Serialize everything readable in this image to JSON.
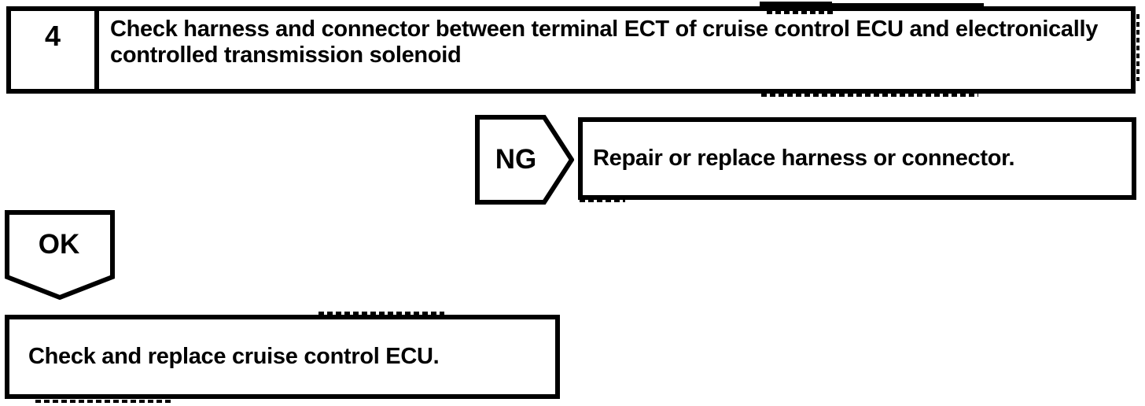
{
  "colors": {
    "ink": "#000000",
    "paper": "#ffffff"
  },
  "flowchart": {
    "step": {
      "number": "4",
      "instruction": "Check harness and connector between terminal ECT of cruise control ECU and electronically controlled transmission solenoid"
    },
    "ng": {
      "label": "NG",
      "action": "Repair or replace harness or connector."
    },
    "ok": {
      "label": "OK",
      "action": "Check and replace cruise control ECU."
    }
  }
}
